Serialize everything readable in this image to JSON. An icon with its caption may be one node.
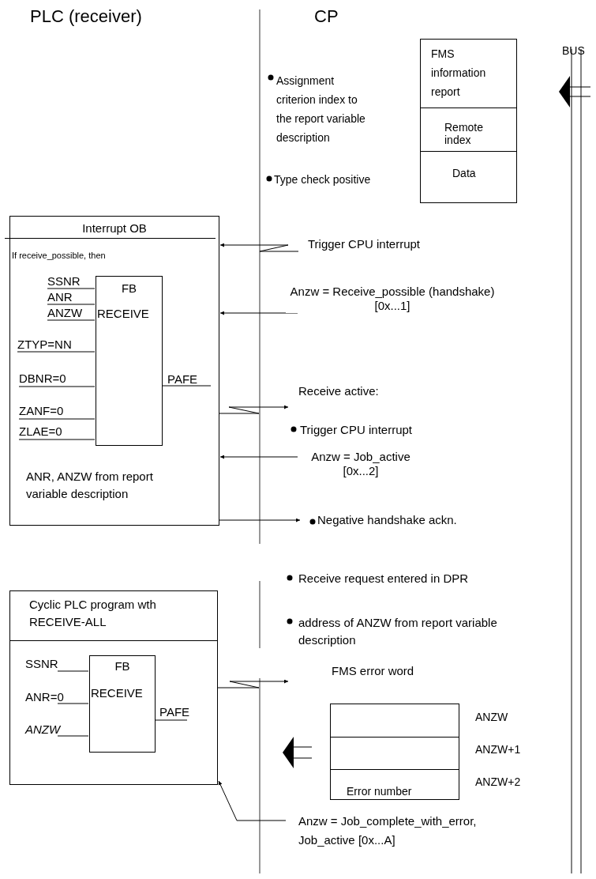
{
  "diagram": {
    "nodes": [
      {
        "text": [
          "Interrupt OB",
          "If receive_possible, then",
          "ANR, ANZW from report variable description"
        ]
      },
      {
        "text": [
          "FB",
          "RECEIVE"
        ],
        "in": 0,
        "beside": [
          "PAFE"
        ]
      },
      {
        "text": [
          "Cyclic PLC program wth RECEIVE-ALL"
        ]
      },
      {
        "text": [
          "FB",
          "RECEIVE"
        ],
        "in": 2,
        "beside": [
          "PAFE"
        ]
      },
      {
        "text": [
          "FMS information report",
          "Remote index",
          "Data"
        ]
      },
      {
        "text": [
          "FMS error word",
          "Error number"
        ],
        "beside": [
          "ANZW",
          "ANZW+1",
          "ANZW+2"
        ]
      }
    ],
    "edges": [
      {
        "from": null,
        "to": 0,
        "arrow": "to",
        "label": "Trigger CPU interrupt"
      },
      {
        "from": null,
        "to": 0,
        "arrow": "to",
        "label": "Anzw = Receive_possible (handshake) [0x...1]"
      },
      {
        "from": 0,
        "to": null,
        "arrow": "to",
        "label": "Receive active:"
      },
      {
        "from": null,
        "to": 0,
        "arrow": "to",
        "label": "Anzw = Job_active [0x...2]"
      },
      {
        "from": 0,
        "to": null,
        "arrow": "to",
        "label": "Negative handshake ackn."
      },
      {
        "from": 2,
        "to": null,
        "arrow": "to"
      },
      {
        "from": null,
        "to": 2,
        "arrow": "to",
        "label": "Anzw = Job_complete_with_error, Job_active [0x...A]"
      }
    ],
    "labels": [
      "PLC (receiver)",
      "CP",
      "BUS",
      "Assignment criterion index to the report variable description",
      "Type check positive",
      "SSNR",
      "ANR",
      "ANZW",
      "ZTYP=NN",
      "DBNR=0",
      "ZANF=0",
      "ZLAE=0",
      "Trigger CPU interrupt",
      "Receive request entered in DPR",
      "address of ANZW from report variable description",
      "SSNR",
      "ANR=0",
      "ANZW"
    ]
  }
}
